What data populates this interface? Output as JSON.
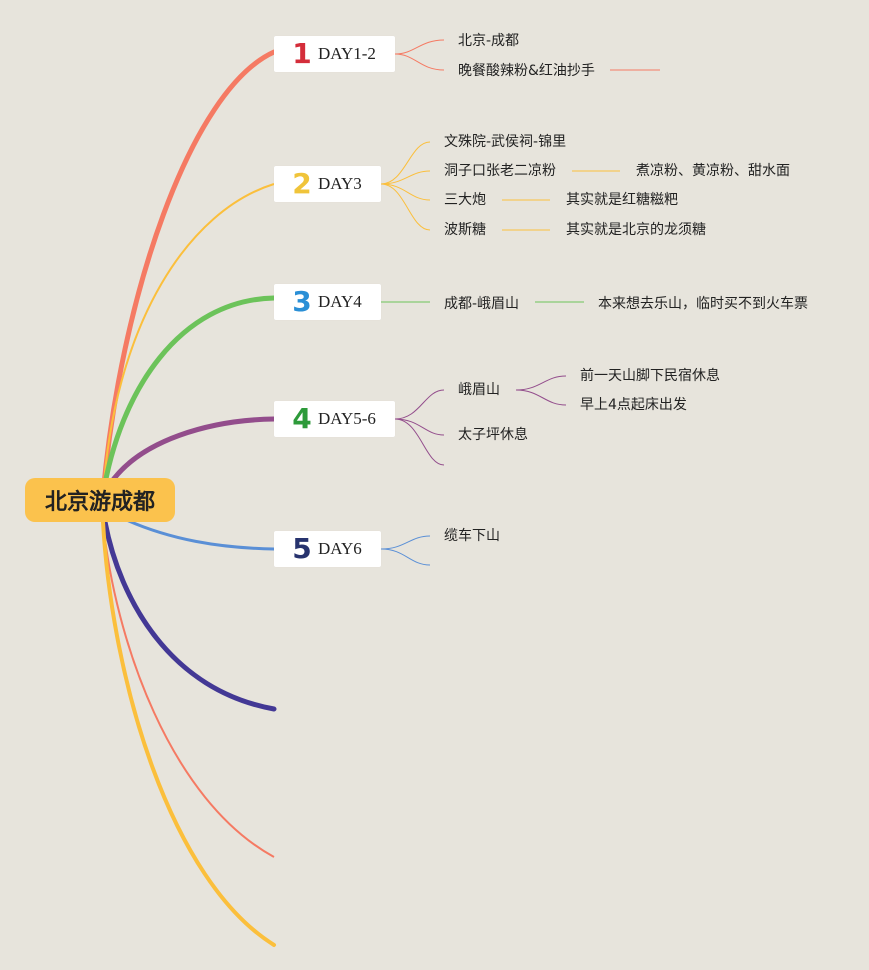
{
  "root": {
    "label": "北京游成都"
  },
  "days": [
    {
      "num": "1",
      "label": "DAY1-2",
      "color": "#f57a63",
      "num_color": "#d42d3a"
    },
    {
      "num": "2",
      "label": "DAY3",
      "color": "#fbbf3c",
      "num_color": "#f0c43a"
    },
    {
      "num": "3",
      "label": "DAY4",
      "color": "#6cc35a",
      "num_color": "#2a8fd6"
    },
    {
      "num": "4",
      "label": "DAY5-6",
      "color": "#934d8c",
      "num_color": "#2d9a3a"
    },
    {
      "num": "5",
      "label": "DAY6",
      "color": "#5a8fd6",
      "num_color": "#27336e"
    }
  ],
  "leaves": {
    "d1": [
      "北京-成都",
      "晚餐酸辣粉&红油抄手"
    ],
    "d2": [
      "文殊院-武侯祠-锦里",
      "洞子口张老二凉粉",
      "煮凉粉、黄凉粉、甜水面",
      "三大炮",
      "其实就是红糖糍粑",
      "波斯糖",
      "其实就是北京的龙须糖"
    ],
    "d3": [
      "成都-峨眉山",
      "本来想去乐山，临时买不到火车票"
    ],
    "d4": [
      "峨眉山",
      "前一天山脚下民宿休息",
      "早上4点起床出发",
      "太子坪休息"
    ],
    "d5": [
      "缆车下山"
    ]
  },
  "colors": {
    "background": "#e7e4dc",
    "root": "#fbc24d",
    "extra_branch_1": "#433895",
    "extra_branch_2": "#f57a63",
    "extra_branch_3": "#fbbf3c"
  }
}
